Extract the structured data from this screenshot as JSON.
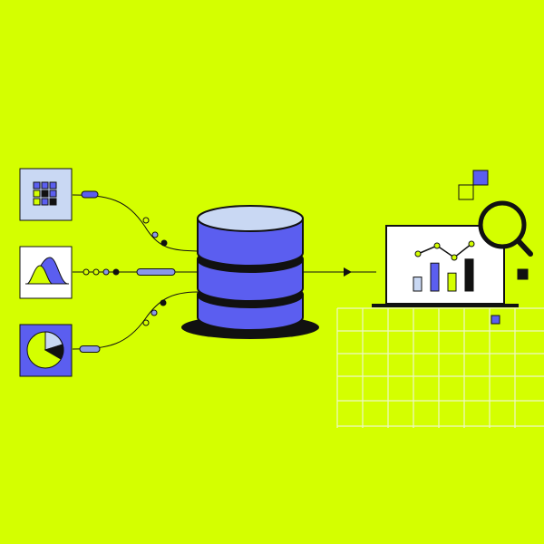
{
  "colors": {
    "background": "#d4ff00",
    "primary": "#5b5ef0",
    "light": "#c9d8f3",
    "dark": "#111111",
    "accent": "#d4ff00",
    "grid": "#eef7c8"
  },
  "sources": [
    {
      "name": "heatmap-source-card",
      "icon": "grid-matrix-icon"
    },
    {
      "name": "distribution-source-card",
      "icon": "distribution-curve-icon"
    },
    {
      "name": "pie-source-card",
      "icon": "pie-chart-icon"
    }
  ],
  "hub": {
    "icon": "database-icon"
  },
  "destination": {
    "icon": "laptop-analytics-icon",
    "magnifier_icon": "magnifier-icon"
  },
  "laptop_chart": {
    "bars": [
      0.35,
      0.7,
      0.45,
      0.8
    ],
    "bar_colors": [
      "#c9d8f3",
      "#5b5ef0",
      "#d4ff00",
      "#111111"
    ]
  }
}
